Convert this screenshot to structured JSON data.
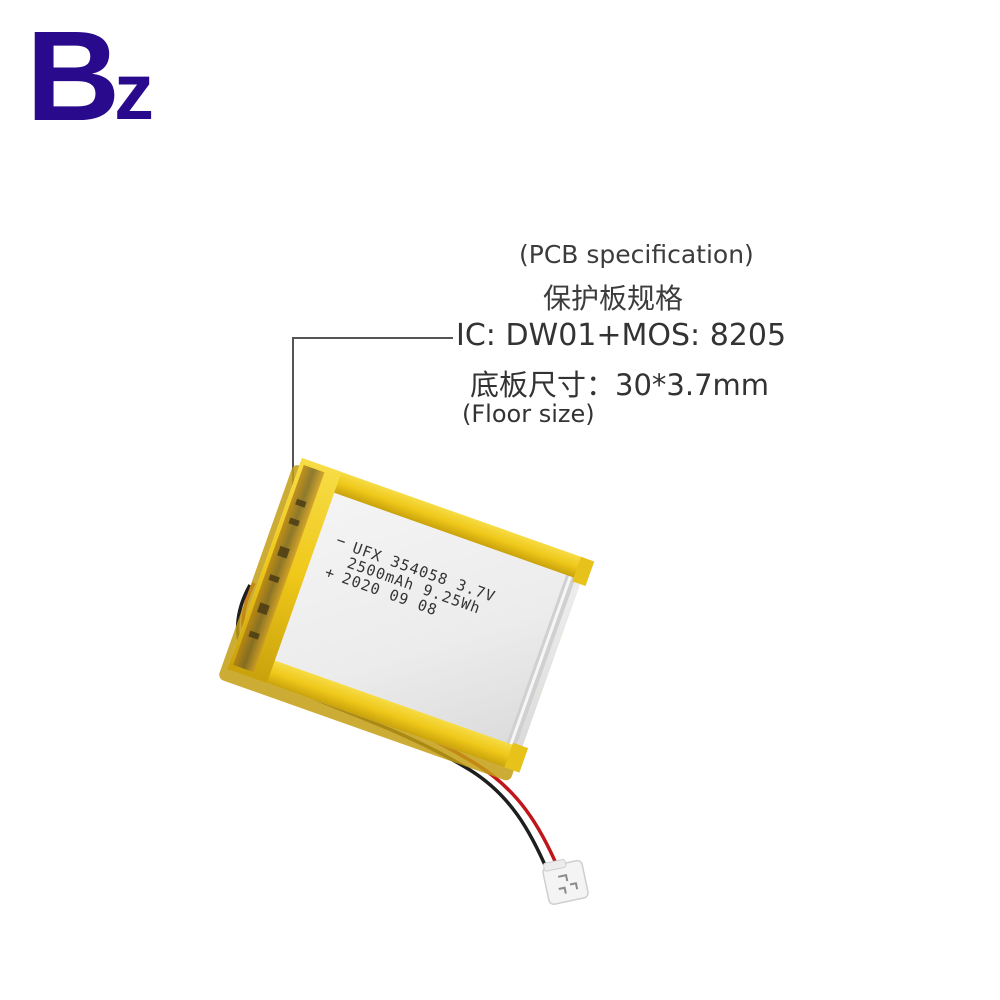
{
  "brand": {
    "logo_letter_main": "B",
    "logo_letter_sub": "z",
    "color": "#2a0a8c"
  },
  "spec": {
    "title_en": "(PCB specification)",
    "title_zh": "保护板规格",
    "ic_line": "IC: DW01+MOS: 8205",
    "floor_zh": "底板尺寸：30*3.7mm",
    "floor_en": "(Floor size)",
    "text_color": "#3c3c3c",
    "callout_color": "#555555"
  },
  "battery": {
    "label_line_1": "UFX 354058 3.7V",
    "label_line_2": "2500mAh 9.25Wh",
    "label_line_3": "2020 09 08",
    "minus_sign": "−",
    "plus_sign": "+",
    "tape_color": "#f2cf1f",
    "body_color": "#eeeeee",
    "wire_colors": [
      "#c0161b",
      "#1e1e1e"
    ],
    "connector_color": "#f4f4f4"
  }
}
